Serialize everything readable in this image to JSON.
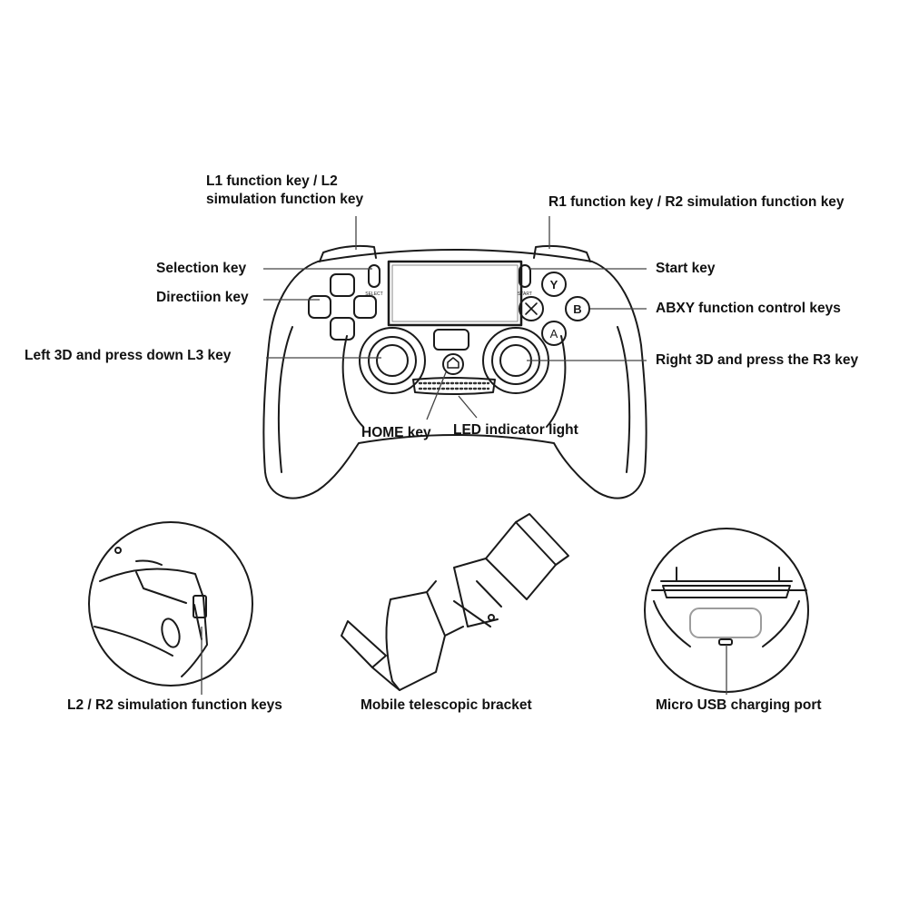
{
  "labels": {
    "l1": "L1 function key / L2\nsimulation function key",
    "r1": "R1 function key / R2 simulation function key",
    "selection": "Selection key",
    "start": "Start key",
    "direction": "Directiion key",
    "abxy": "ABXY function control keys",
    "left3d": "Left 3D and press down L3 key",
    "right3d": "Right 3D and press the R3 key",
    "home": "HOME key",
    "led": "LED indicator light",
    "l2r2": "L2 / R2 simulation function keys",
    "bracket": "Mobile telescopic bracket",
    "usb": "Micro USB charging port"
  },
  "buttons": {
    "y": "Y",
    "b": "B",
    "a": "A"
  },
  "tiny": {
    "select": "SELECT",
    "start": "START"
  },
  "colors": {
    "ink": "#1a1a1a",
    "leader": "#444444",
    "usb_stroke": "#9c9c9c"
  }
}
